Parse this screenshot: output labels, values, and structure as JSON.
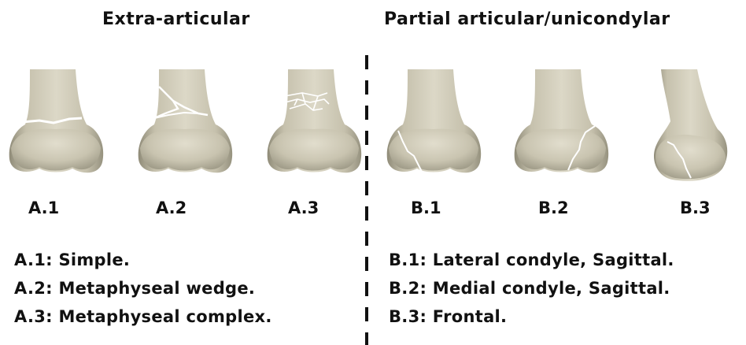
{
  "headers": {
    "left": "Extra-articular",
    "right": "Partial articular/unicondylar"
  },
  "figures": [
    {
      "label": "A.1",
      "icon": "femur-simple-fracture-icon"
    },
    {
      "label": "A.2",
      "icon": "femur-wedge-fracture-icon"
    },
    {
      "label": "A.3",
      "icon": "femur-complex-fracture-icon"
    },
    {
      "label": "B.1",
      "icon": "femur-lateral-condyle-fracture-icon"
    },
    {
      "label": "B.2",
      "icon": "femur-medial-condyle-fracture-icon"
    },
    {
      "label": "B.3",
      "icon": "femur-frontal-fracture-icon"
    }
  ],
  "descriptions": {
    "a": [
      "A.1: Simple.",
      "A.2: Metaphyseal wedge.",
      "A.3: Metaphyseal complex."
    ],
    "b": [
      "B.1: Lateral condyle, Sagittal.",
      "B.2: Medial condyle, Sagittal.",
      "B.3: Frontal."
    ]
  },
  "colors": {
    "bone_light": "#d9d5c3",
    "bone_mid": "#c6c1ad",
    "bone_dark": "#8f8b78",
    "fracture_line": "#ffffff"
  }
}
